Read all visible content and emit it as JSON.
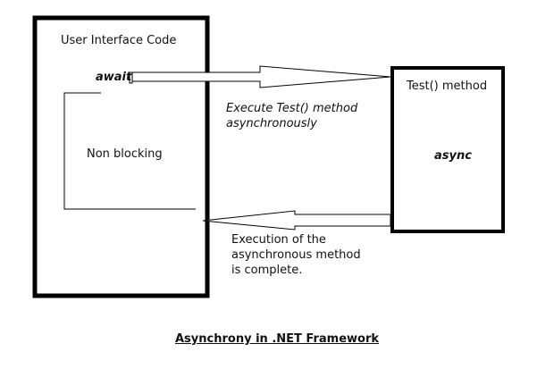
{
  "diagram": {
    "caption": "Asynchrony in .NET Framework",
    "ui_box": {
      "title": "User Interface Code",
      "await_keyword": "await",
      "non_blocking_label": "Non blocking"
    },
    "method_box": {
      "title": "Test() method",
      "async_keyword": "async"
    },
    "forward_arrow_label": {
      "line1": "Execute Test() method",
      "line2": "asynchronously"
    },
    "return_arrow_label": {
      "line1": "Execution of the",
      "line2": "asynchronous method",
      "line3": "is complete."
    },
    "colors": {
      "stroke": "#000000",
      "text": "#111111",
      "background": "#ffffff"
    }
  }
}
